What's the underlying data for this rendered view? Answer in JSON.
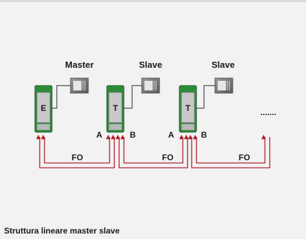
{
  "diagram": {
    "roles": [
      "Master",
      "Slave",
      "Slave"
    ],
    "modules": [
      {
        "letter": "E",
        "left_port": "",
        "right_port": ""
      },
      {
        "letter": "T",
        "left_port": "A",
        "right_port": "B"
      },
      {
        "letter": "T",
        "left_port": "A",
        "right_port": "B"
      }
    ],
    "links": [
      "FO",
      "FO",
      "FO"
    ],
    "continuation": ".......",
    "caption": "Struttura lineare master slave",
    "colors": {
      "module_green": "#2e8b3a",
      "module_body": "#c8c8c8",
      "fiber_red": "#b01c28",
      "background": "#f2f2f2"
    }
  }
}
